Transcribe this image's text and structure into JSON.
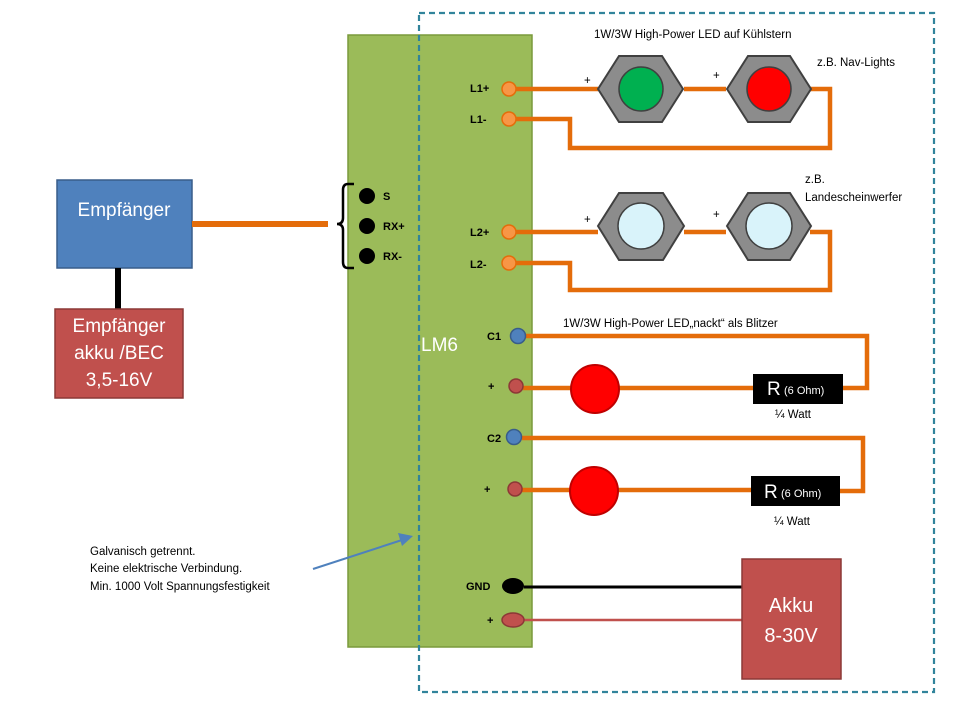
{
  "receiver": {
    "label": "Empfänger",
    "color": "#4f81bd"
  },
  "receiver_battery": {
    "lines": [
      "Empfänger",
      "akku /BEC",
      "3,5-16V"
    ],
    "color": "#c0504d"
  },
  "module": {
    "label": "LM6",
    "color": "#9bbb59"
  },
  "header_pins": [
    "S",
    "RX+",
    "RX-"
  ],
  "pins": {
    "l1_plus": "L1+",
    "l1_minus": "L1-",
    "l2_plus": "L2+",
    "l2_minus": "L2-",
    "c1": "C1",
    "c1_plus": "+",
    "c2": "C2",
    "c2_plus": "+",
    "gnd": "GND",
    "bat_plus": "+"
  },
  "notes": {
    "top_title": "1W/3W High-Power LED auf Kühlstern",
    "nav_lights": "z.B. Nav-Lights",
    "landing_1": "z.B.",
    "landing_2": "Landescheinwerfer",
    "strobe_title": "1W/3W High-Power LED„nackt“ als Blitzer",
    "polarity_plus": "+",
    "galvanic": [
      "Galvanisch getrennt.",
      "Keine elektrische Verbindung.",
      "Min. 1000  Volt Spannungsfestigkeit"
    ]
  },
  "resistors": [
    {
      "label": "R",
      "value": "(6 Ohm)",
      "power": "¼ Watt"
    },
    {
      "label": "R",
      "value": "(6 Ohm)",
      "power": "¼ Watt"
    }
  ],
  "battery": {
    "lines": [
      "Akku",
      "8-30V"
    ],
    "color": "#c0504d"
  },
  "colors": {
    "wire": "#e46c0a",
    "led_green": "#00b050",
    "led_red": "#ff0000",
    "led_white": "#d9f3fa",
    "isolation_border": "#31849b",
    "arrow": "#4f81bd"
  }
}
